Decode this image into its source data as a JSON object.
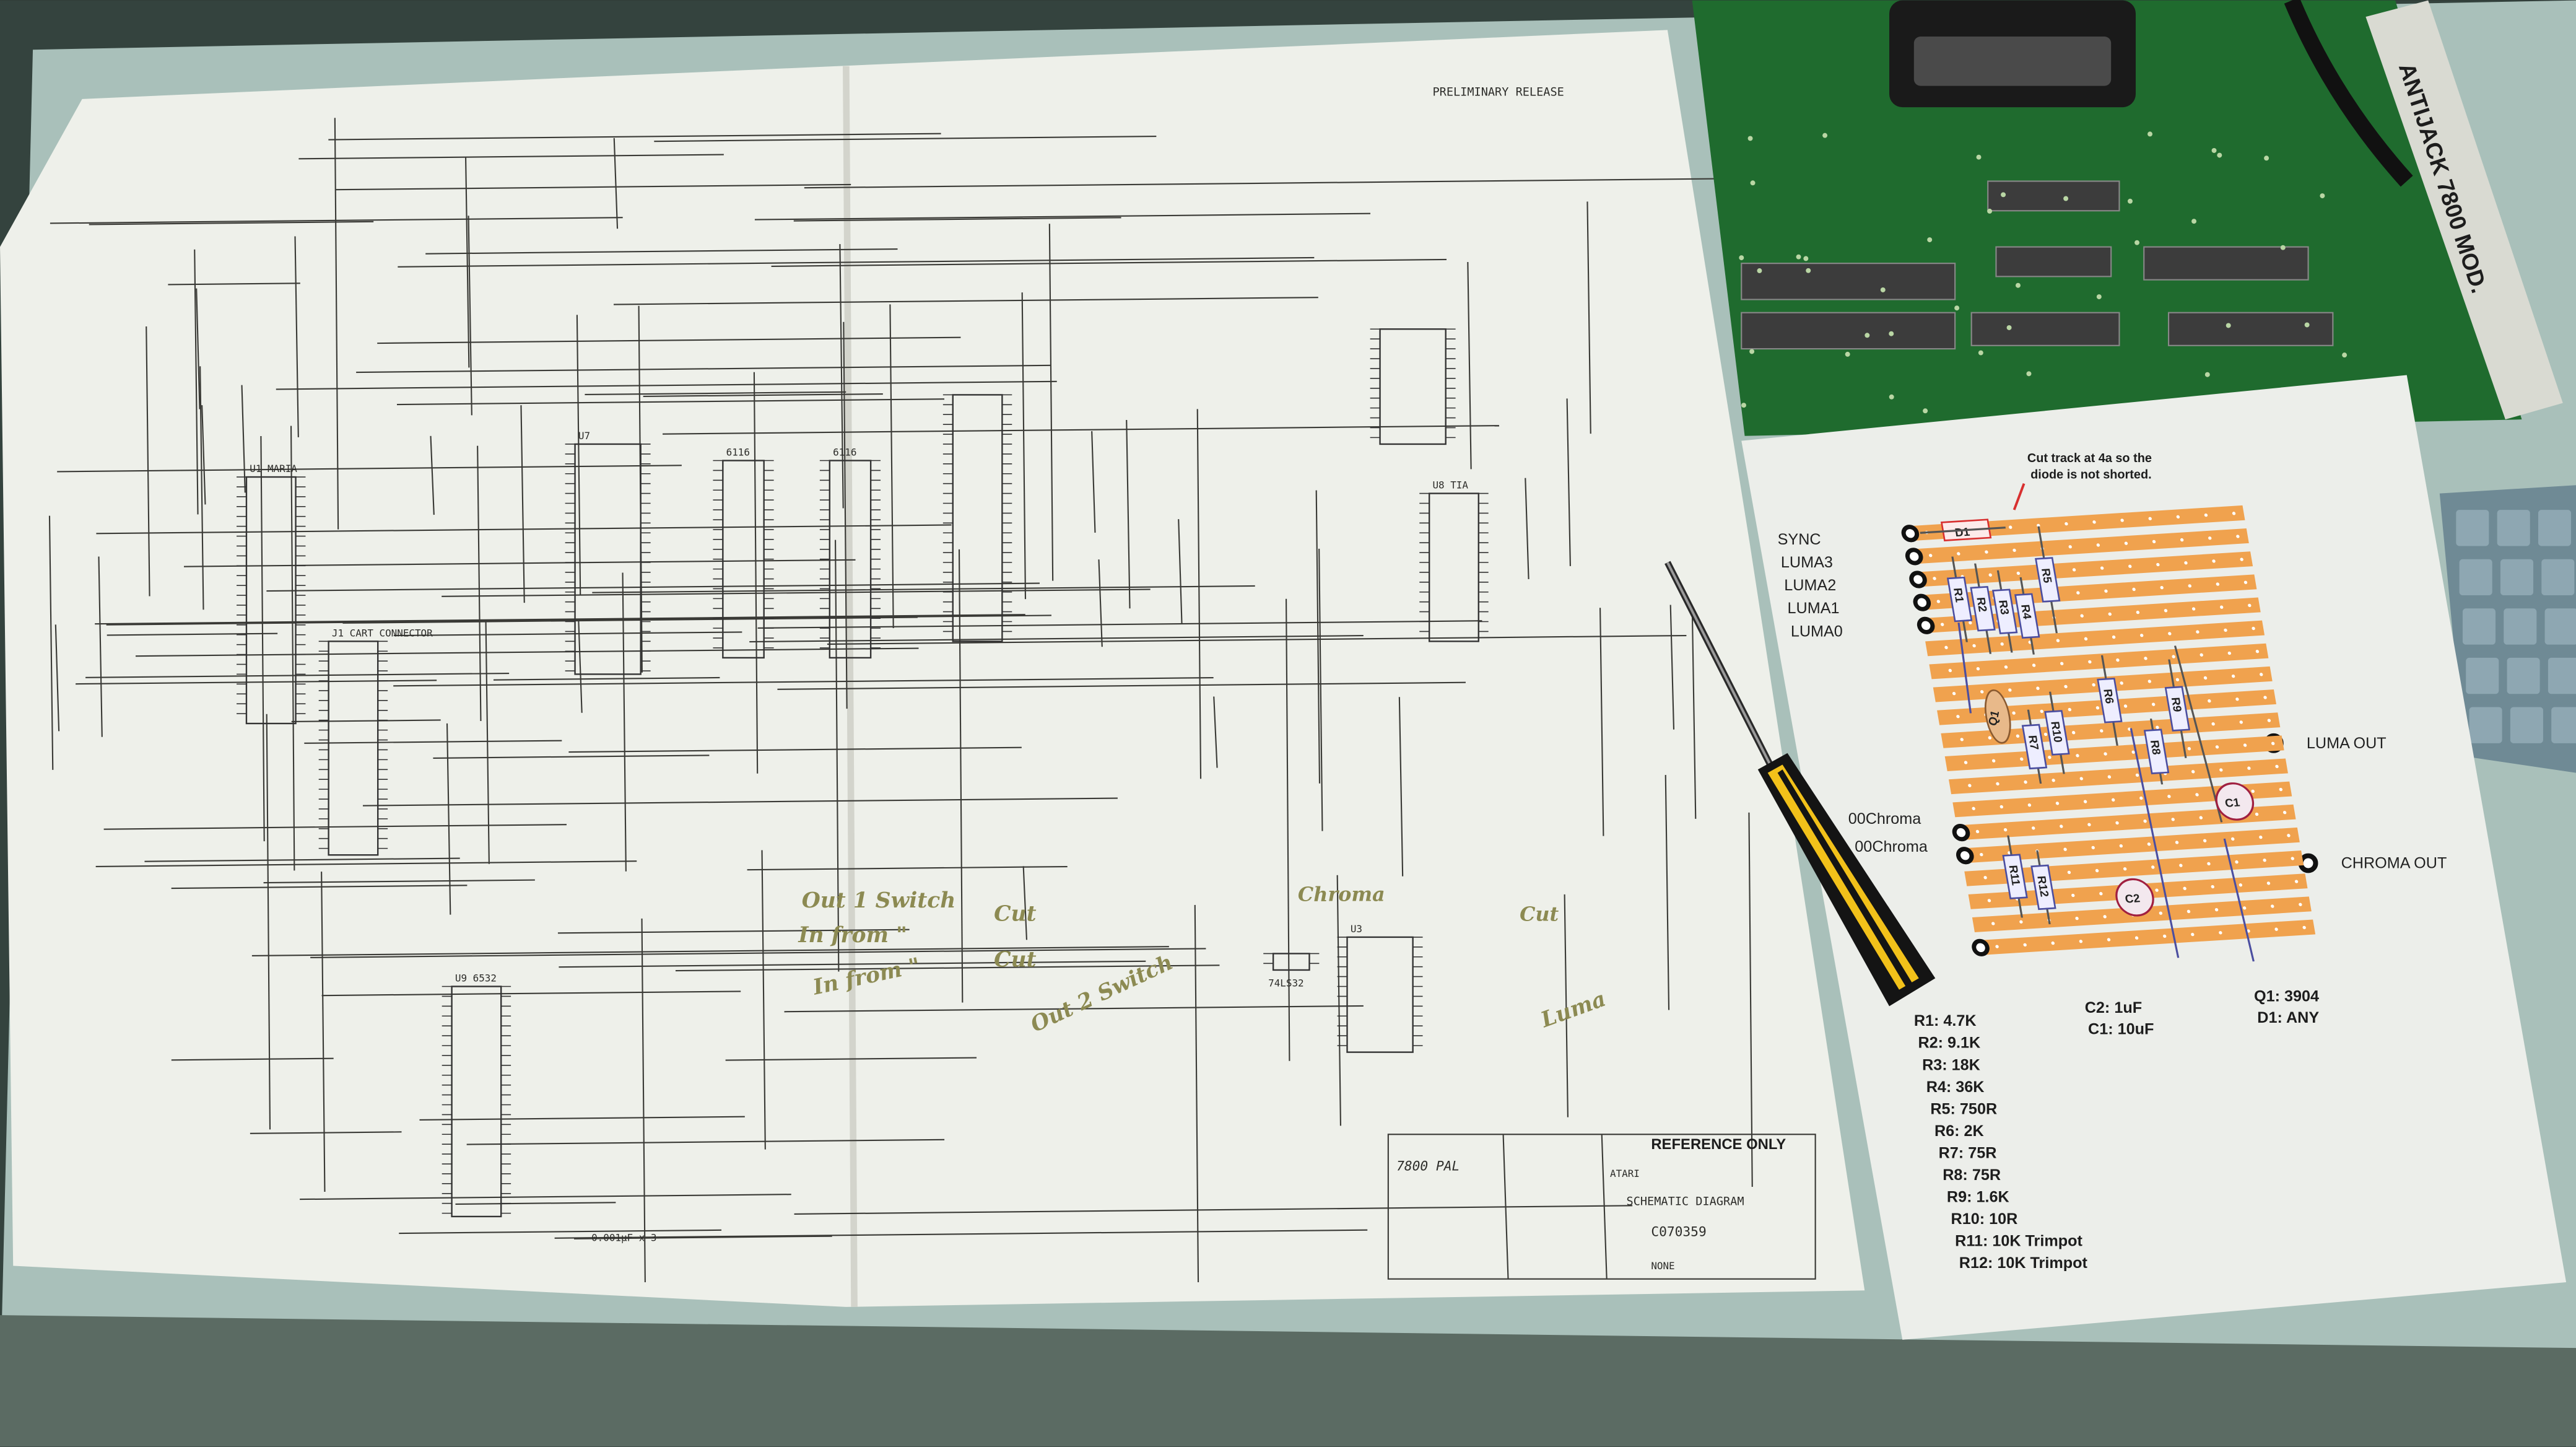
{
  "schematic": {
    "preliminary": "PRELIMINARY RELEASE",
    "reference": "REFERENCE ONLY",
    "logo": "ATARI",
    "model": "7800 PAL",
    "title": "SCHEMATIC DIAGRAM",
    "drawing_number": "C070359",
    "scale": "NONE",
    "chips": [
      "U1 MARIA",
      "U7",
      "U8 TIA",
      "U9 6532",
      "J1 CART CONNECTOR",
      "6116",
      "6116",
      "U3",
      "74LS32"
    ],
    "caps_row": "0.001µF x 3",
    "handwritten": [
      "Out 1 Switch",
      "In from \"",
      "In from \"",
      "Cut",
      "Cut",
      "Out 2 Switch",
      "Chroma",
      "Cut",
      "Luma"
    ]
  },
  "pcb": {
    "label": "ANTIJACK 7800 MOD."
  },
  "stripboard_sheet": {
    "note": [
      "Cut track at 4a so the",
      "diode is not shorted."
    ],
    "inputs": [
      "SYNC",
      "LUMA3",
      "LUMA2",
      "LUMA1",
      "LUMA0"
    ],
    "chroma_inputs": [
      "00Chroma",
      "00Chroma"
    ],
    "outputs": {
      "luma": "LUMA OUT",
      "chroma": "CHROMA OUT"
    },
    "components": [
      "D1",
      "R1",
      "R2",
      "R3",
      "R4",
      "R5",
      "Q1",
      "R6",
      "R7",
      "R8",
      "R9",
      "R10",
      "R11",
      "R12",
      "C1",
      "C2"
    ],
    "parts_list": {
      "resistors": [
        "R1: 4.7K",
        "R2: 9.1K",
        "R3: 18K",
        "R4: 36K",
        "R5: 750R",
        "R6: 2K",
        "R7: 75R",
        "R8: 75R",
        "R9: 1.6K",
        "R10: 10R",
        "R11: 10K  Trimpot",
        "R12: 10K  Trimpot"
      ],
      "capacitors": [
        "C2: 1uF",
        "C1: 10uF"
      ],
      "semis": [
        "Q1: 3904",
        "D1: ANY"
      ]
    },
    "colors": {
      "strip": "#f0a24e",
      "resistor_outline": "#4b4ea0",
      "cap_outline": "#a02040",
      "cut_mark": "#d83030"
    }
  }
}
